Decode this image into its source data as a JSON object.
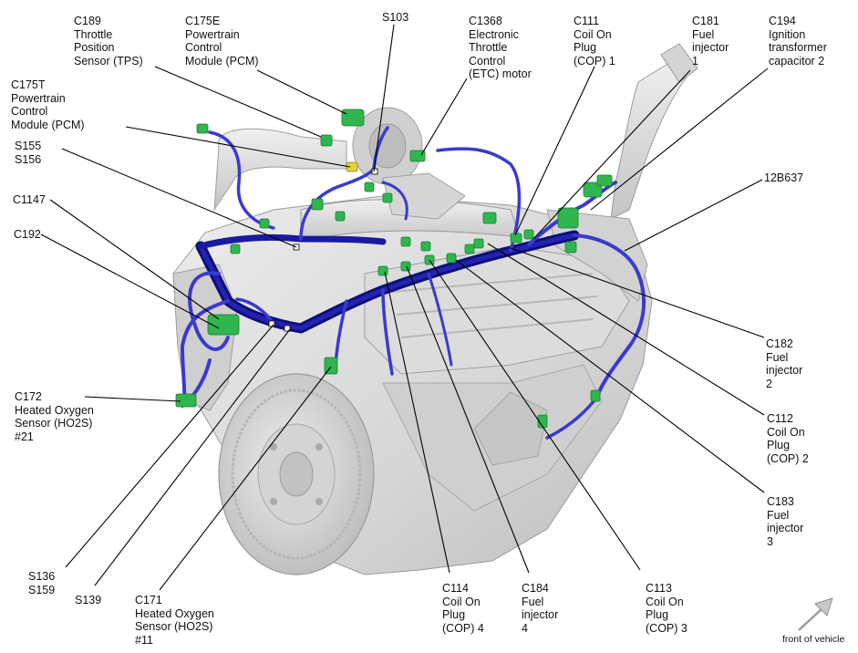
{
  "colors": {
    "harness": "#1a1aa0",
    "harness_light": "#5a5ad8",
    "connector": "#29b34a",
    "engine": "#d8d8d8",
    "leader": "#000000"
  },
  "labels": [
    {
      "id": "c189",
      "lines": [
        "C189",
        "Throttle",
        "Position",
        "Sensor (TPS)"
      ]
    },
    {
      "id": "c175e",
      "lines": [
        "C175E",
        "Powertrain",
        "Control",
        "Module (PCM)"
      ]
    },
    {
      "id": "s103",
      "lines": [
        "S103"
      ]
    },
    {
      "id": "c1368",
      "lines": [
        "C1368",
        "Electronic",
        "Throttle",
        "Control",
        "(ETC) motor"
      ]
    },
    {
      "id": "c111",
      "lines": [
        "C111",
        "Coil On",
        "Plug",
        "(COP) 1"
      ]
    },
    {
      "id": "c181",
      "lines": [
        "C181",
        "Fuel",
        "injector",
        "1"
      ]
    },
    {
      "id": "c194",
      "lines": [
        "C194",
        "Ignition",
        "transformer",
        "capacitor 2"
      ]
    },
    {
      "id": "c175t",
      "lines": [
        "C175T",
        "Powertrain",
        "Control",
        "Module (PCM)"
      ]
    },
    {
      "id": "s155",
      "lines": [
        "S155",
        "S156"
      ]
    },
    {
      "id": "c1147",
      "lines": [
        "C1147"
      ]
    },
    {
      "id": "c192",
      "lines": [
        "C192"
      ]
    },
    {
      "id": "h12b637",
      "lines": [
        "12B637"
      ]
    },
    {
      "id": "c182",
      "lines": [
        "C182",
        "Fuel",
        "injector",
        "2"
      ]
    },
    {
      "id": "c112",
      "lines": [
        "C112",
        "Coil On",
        "Plug",
        "(COP) 2"
      ]
    },
    {
      "id": "c183",
      "lines": [
        "C183",
        "Fuel",
        "injector",
        "3"
      ]
    },
    {
      "id": "c172",
      "lines": [
        "C172",
        "Heated Oxygen",
        "Sensor (HO2S)",
        "#21"
      ]
    },
    {
      "id": "s136",
      "lines": [
        "S136",
        "S159"
      ]
    },
    {
      "id": "s139",
      "lines": [
        "S139"
      ]
    },
    {
      "id": "c171",
      "lines": [
        "C171",
        "Heated Oxygen",
        "Sensor (HO2S)",
        "#11"
      ]
    },
    {
      "id": "c114",
      "lines": [
        "C114",
        "Coil On",
        "Plug",
        "(COP) 4"
      ]
    },
    {
      "id": "c184",
      "lines": [
        "C184",
        "Fuel",
        "injector",
        "4"
      ]
    },
    {
      "id": "c113",
      "lines": [
        "C113",
        "Coil On",
        "Plug",
        "(COP) 3"
      ]
    }
  ],
  "orientation": {
    "text": "front of vehicle",
    "icon": "arrow-up-right-icon"
  }
}
